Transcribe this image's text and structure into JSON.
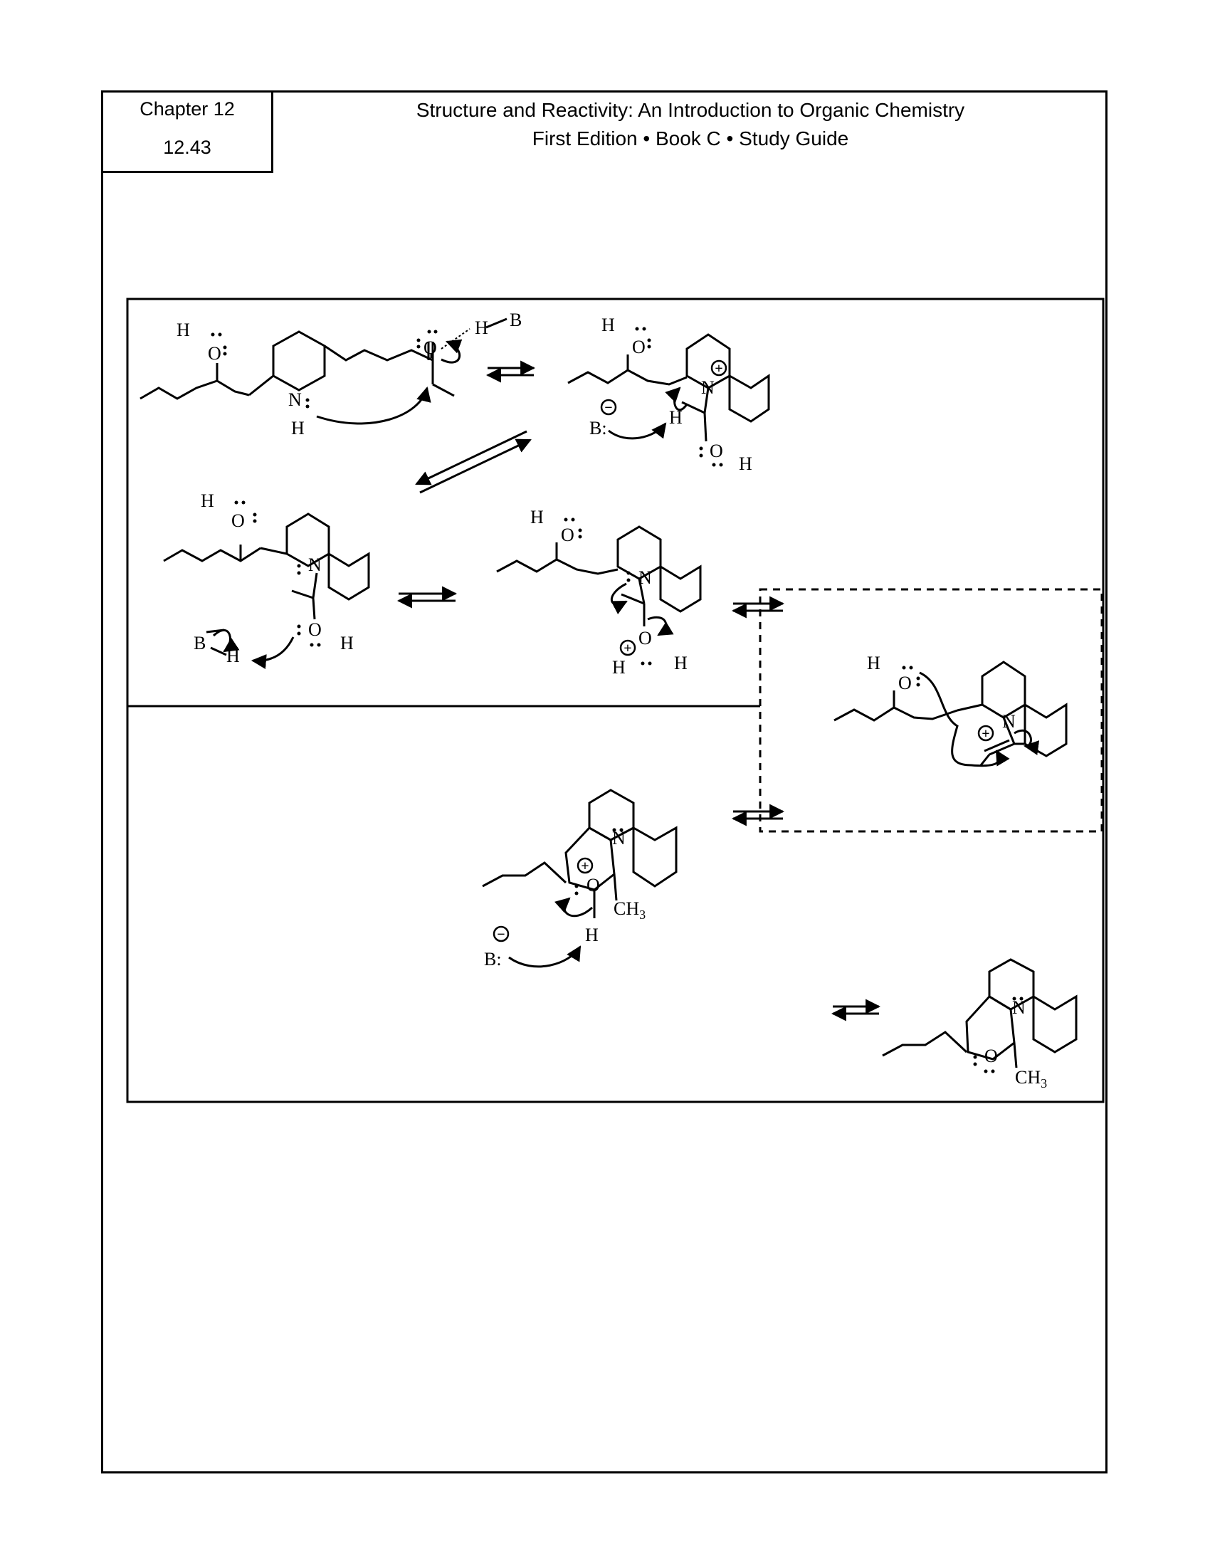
{
  "header": {
    "chapter": "Chapter 12",
    "problem_number": "12.43",
    "book_title": "Structure and Reactivity: An Introduction to Organic Chemistry",
    "edition_line": "First Edition • Book C • Study Guide"
  },
  "atom_labels": {
    "hydrogen": "H",
    "oxygen": "O",
    "nitrogen": "N",
    "base": "B",
    "base_lone_pair": "B:",
    "methyl": "CH",
    "methyl_subscript": "3"
  },
  "charge_symbols": {
    "positive": "+",
    "negative": "−"
  }
}
